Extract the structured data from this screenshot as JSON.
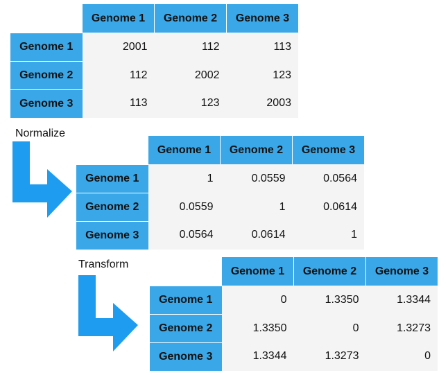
{
  "colors": {
    "header": "#3aa8e8",
    "cell": "#f4f4f4",
    "arrow": "#1e9cf0"
  },
  "matrices": [
    {
      "col_headers": [
        "Genome 1",
        "Genome 2",
        "Genome 3"
      ],
      "rows": [
        {
          "header": "Genome 1",
          "values": [
            "2001",
            "112",
            "113"
          ]
        },
        {
          "header": "Genome 2",
          "values": [
            "112",
            "2002",
            "123"
          ]
        },
        {
          "header": "Genome 3",
          "values": [
            "113",
            "123",
            "2003"
          ]
        }
      ]
    },
    {
      "col_headers": [
        "Genome 1",
        "Genome 2",
        "Genome 3"
      ],
      "rows": [
        {
          "header": "Genome 1",
          "values": [
            "1",
            "0.0559",
            "0.0564"
          ]
        },
        {
          "header": "Genome 2",
          "values": [
            "0.0559",
            "1",
            "0.0614"
          ]
        },
        {
          "header": "Genome 3",
          "values": [
            "0.0564",
            "0.0614",
            "1"
          ]
        }
      ]
    },
    {
      "col_headers": [
        "Genome 1",
        "Genome 2",
        "Genome 3"
      ],
      "rows": [
        {
          "header": "Genome 1",
          "values": [
            "0",
            "1.3350",
            "1.3344"
          ]
        },
        {
          "header": "Genome 2",
          "values": [
            "1.3350",
            "0",
            "1.3273"
          ]
        },
        {
          "header": "Genome 3",
          "values": [
            "1.3344",
            "1.3273",
            "0"
          ]
        }
      ]
    }
  ],
  "steps": [
    "Normalize",
    "Transform"
  ]
}
